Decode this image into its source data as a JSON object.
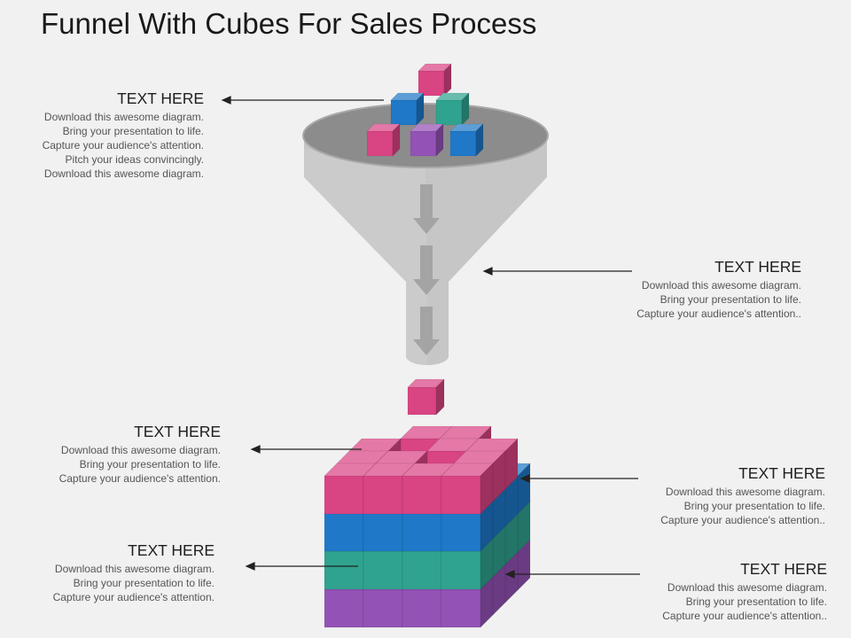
{
  "title": "Funnel With Cubes For Sales Process",
  "colors": {
    "pink": "#d94483",
    "blue": "#1f78c8",
    "teal": "#2fa38f",
    "purple": "#9352b5",
    "funnel": "#c9c9c9",
    "funnel_top": "#8a8a8a",
    "arrow": "#a0a0a0"
  },
  "callouts": [
    {
      "heading": "TEXT HERE",
      "lines": [
        "Download  this awesome diagram.",
        "Bring your presentation  to life.",
        "Capture  your audience's attention.",
        "Pitch your ideas convincingly.",
        "Download  this awesome diagram."
      ]
    },
    {
      "heading": "TEXT HERE",
      "lines": [
        "Download  this awesome diagram.",
        "Bring your presentation  to life.",
        "Capture  your audience's attention.."
      ]
    },
    {
      "heading": "TEXT HERE",
      "lines": [
        "Download  this awesome diagram.",
        "Bring your presentation  to life.",
        "Capture  your audience's attention."
      ]
    },
    {
      "heading": "TEXT HERE",
      "lines": [
        "Download  this awesome diagram.",
        "Bring your presentation  to life.",
        "Capture  your audience's attention.."
      ]
    },
    {
      "heading": "TEXT HERE",
      "lines": [
        "Download  this awesome diagram.",
        "Bring your presentation  to life.",
        "Capture  your audience's attention."
      ]
    },
    {
      "heading": "TEXT HERE",
      "lines": [
        "Download  this awesome diagram.",
        "Bring your presentation  to life.",
        "Capture  your audience's attention.."
      ]
    }
  ]
}
